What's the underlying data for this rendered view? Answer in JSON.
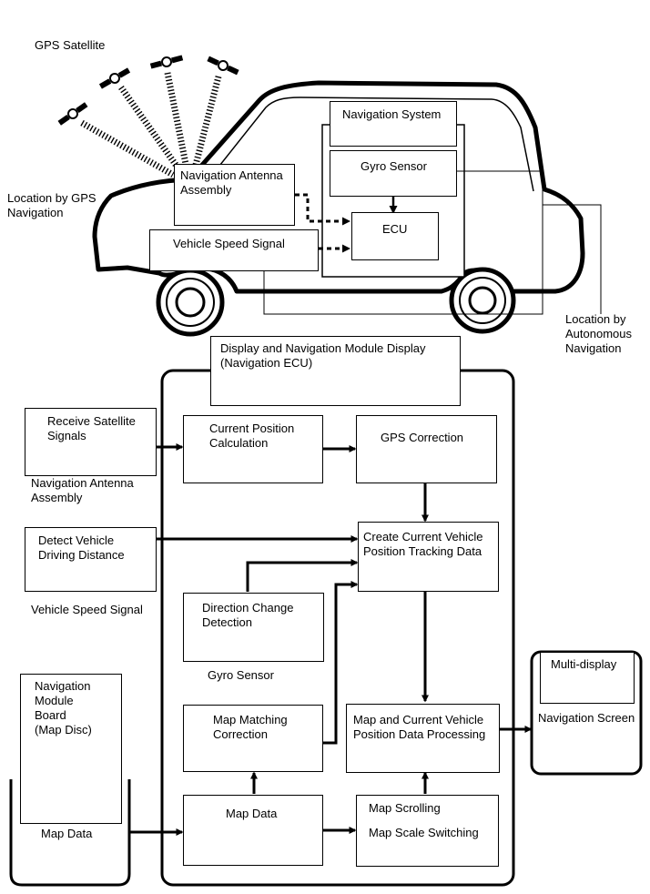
{
  "car": {
    "gps_satellite": "GPS Satellite",
    "location_gps": [
      "Location by GPS",
      "Navigation"
    ],
    "location_autonomous": [
      "Location by",
      "Autonomous",
      "Navigation"
    ],
    "navigation_system": "Navigation System",
    "gyro_sensor": "Gyro Sensor",
    "ecu": "ECU",
    "nav_antenna": [
      "Navigation Antenna",
      "Assembly"
    ],
    "vehicle_speed_signal": "Vehicle Speed Signal"
  },
  "flow": {
    "module_title": [
      "Display and Navigation Module Display",
      "(Navigation ECU)"
    ],
    "receive_satellite": [
      "Receive Satellite",
      "Signals"
    ],
    "nav_antenna_caption": [
      "Navigation Antenna",
      "Assembly"
    ],
    "current_position": [
      "Current Position",
      "Calculation"
    ],
    "gps_correction": "GPS Correction",
    "detect_distance": [
      "Detect Vehicle",
      "Driving Distance"
    ],
    "vehicle_speed_caption": "Vehicle Speed Signal",
    "create_tracking": [
      "Create Current Vehicle",
      "Position Tracking Data"
    ],
    "direction_change": [
      "Direction Change",
      "Detection"
    ],
    "gyro_caption": "Gyro Sensor",
    "nav_board": [
      "Navigation",
      "Module",
      "Board",
      "(Map Disc)"
    ],
    "map_data_left": "Map Data",
    "map_matching": [
      "Map Matching",
      "Correction"
    ],
    "map_processing": [
      "Map and Current Vehicle",
      "Position Data Processing"
    ],
    "multi_display": "Multi-display",
    "navigation_screen": "Navigation Screen",
    "map_data_center": "Map Data",
    "map_scrolling": "Map Scrolling",
    "map_scale": "Map Scale Switching"
  }
}
